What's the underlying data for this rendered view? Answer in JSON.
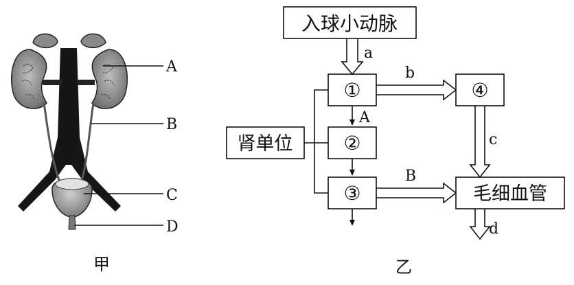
{
  "figure_jia": {
    "caption": "甲",
    "labels": {
      "A": "A",
      "B": "B",
      "C": "C",
      "D": "D"
    }
  },
  "figure_yi": {
    "caption": "乙",
    "boxes": {
      "afferent": "入球小动脉",
      "n1": "①",
      "n2": "②",
      "n3": "③",
      "n4": "④",
      "nephron": "肾单位",
      "capillary": "毛细血管"
    },
    "arrow_labels": {
      "a": "a",
      "b": "b",
      "c": "c",
      "d": "d",
      "A": "A",
      "B": "B"
    }
  }
}
